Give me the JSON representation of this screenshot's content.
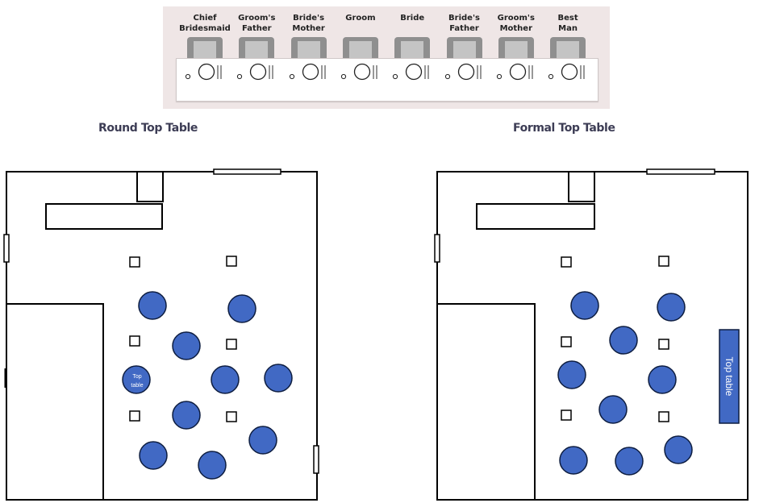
{
  "seating": {
    "positions": [
      {
        "line1": "Chief",
        "line2": "Bridesmaid"
      },
      {
        "line1": "Groom's",
        "line2": "Father"
      },
      {
        "line1": "Bride's",
        "line2": "Mother"
      },
      {
        "line1": "Groom",
        "line2": ""
      },
      {
        "line1": "Bride",
        "line2": ""
      },
      {
        "line1": "Bride's",
        "line2": "Father"
      },
      {
        "line1": "Groom's",
        "line2": "Mother"
      },
      {
        "line1": "Best",
        "line2": "Man"
      }
    ]
  },
  "captions": {
    "round": "Round Top Table",
    "formal": "Formal Top Table"
  },
  "plans": {
    "round": {
      "top_table_label_line1": "Top",
      "top_table_label_line2": "table"
    },
    "formal": {
      "top_table_label": "Top table"
    }
  },
  "colors": {
    "table_fill": "#4169c4",
    "table_stroke": "#0d1d40",
    "chair_dark": "#8f8f8f",
    "chair_light": "#c4c4c4",
    "banner_bg": "#efe6e6"
  }
}
